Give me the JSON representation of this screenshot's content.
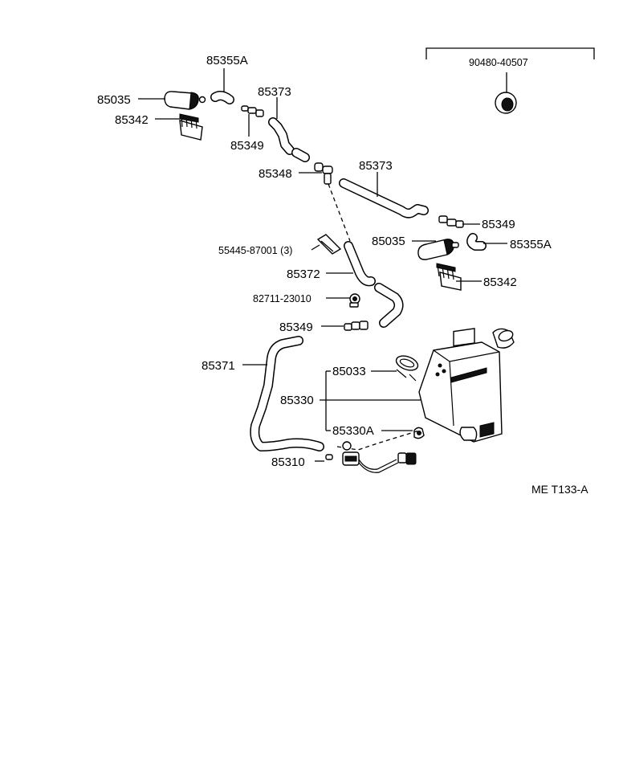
{
  "labels": {
    "p85355A_1": "85355A",
    "p85035_1": "85035",
    "p85342_1": "85342",
    "p85373_1": "85373",
    "p85349_1": "85349",
    "p85348": "85348",
    "p85373_2": "85373",
    "p90480": "90480-40507",
    "p85349_2": "85349",
    "p85035_2": "85035",
    "p85355A_2": "85355A",
    "p85342_2": "85342",
    "p55445": "55445-87001 (3)",
    "p85372": "85372",
    "p82711": "82711-23010",
    "p85349_3": "85349",
    "p85371": "85371",
    "p85033": "85033",
    "p85330": "85330",
    "p85330A": "85330A",
    "p85310": "85310"
  },
  "figure_code": "ME T133-A"
}
